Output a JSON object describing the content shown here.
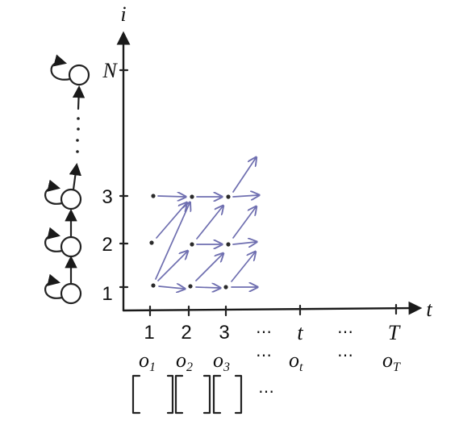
{
  "axes": {
    "vertical_label": "i",
    "horizontal_label": "t",
    "state_ticks": [
      "1",
      "2",
      "3",
      "N"
    ],
    "time_ticks": [
      "1",
      "2",
      "3",
      "⋯",
      "t",
      "⋯",
      "T"
    ]
  },
  "observations": [
    {
      "base": "o",
      "sub": "1"
    },
    {
      "base": "o",
      "sub": "2"
    },
    {
      "base": "o",
      "sub": "3"
    },
    {
      "base": "⋯",
      "sub": ""
    },
    {
      "base": "o",
      "sub": "t"
    },
    {
      "base": "⋯",
      "sub": ""
    },
    {
      "base": "o",
      "sub": "T"
    }
  ],
  "vector_ellipsis": "⋯",
  "colors": {
    "transition_arrow": "#6f6fb0",
    "ink": "#1a1a1a"
  }
}
